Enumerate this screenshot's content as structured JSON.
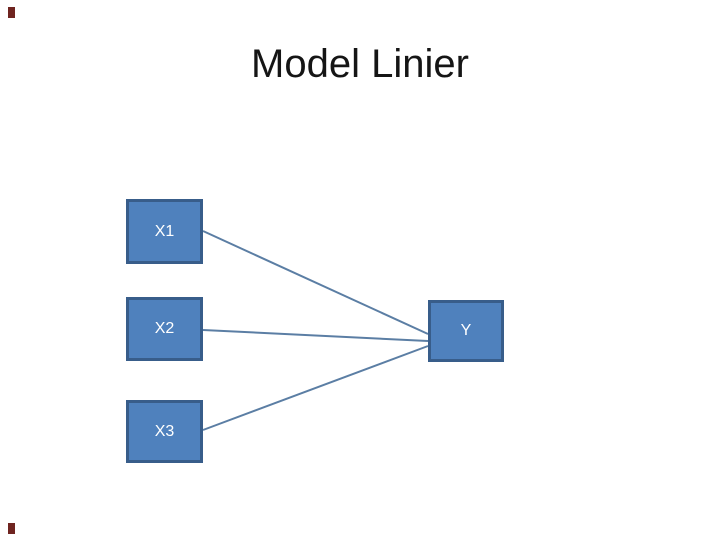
{
  "slide": {
    "title": "Model Linier",
    "background": "#ffffff",
    "title_color": "#151515"
  },
  "diagram": {
    "nodes": [
      {
        "id": "X1",
        "label": "X1"
      },
      {
        "id": "X2",
        "label": "X2"
      },
      {
        "id": "X3",
        "label": "X3"
      },
      {
        "id": "Y",
        "label": "Y"
      }
    ],
    "edges": [
      {
        "from": "X1",
        "to": "Y"
      },
      {
        "from": "X2",
        "to": "Y"
      },
      {
        "from": "X3",
        "to": "Y"
      }
    ],
    "colors": {
      "node_fill": "#4f81bd",
      "node_border": "#385d8a",
      "connector": "#5b7ea4",
      "node_label": "#ffffff",
      "corner_mark": "#6f2420"
    }
  }
}
